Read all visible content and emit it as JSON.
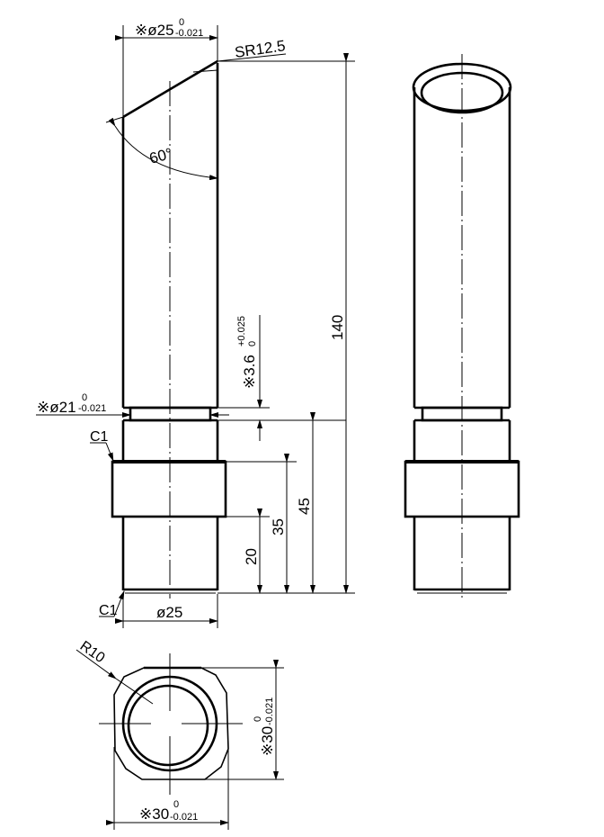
{
  "drawing": {
    "front_view": {
      "top_diameter": {
        "mark": "※",
        "symbol": "ø",
        "value": "25",
        "upper_tol": "0",
        "lower_tol": "-0.021"
      },
      "sphere_radius": "SR12.5",
      "angle": "60°",
      "groove_width": {
        "mark": "※",
        "value": "3.6",
        "upper_tol": "+0.025",
        "lower_tol": "0"
      },
      "groove_diameter": {
        "mark": "※",
        "symbol": "ø",
        "value": "21",
        "upper_tol": "0",
        "lower_tol": "-0.021"
      },
      "chamfer_top": "C1",
      "chamfer_bottom": "C1",
      "bottom_diameter": "ø25",
      "height_total": "140",
      "height_45": "45",
      "height_35": "35",
      "height_20": "20"
    },
    "bottom_view": {
      "radius": "R10",
      "width": {
        "mark": "※",
        "value": "30",
        "upper_tol": "0",
        "lower_tol": "-0.021"
      },
      "height": {
        "mark": "※",
        "value": "30",
        "upper_tol": "0",
        "lower_tol": "-0.021"
      }
    }
  }
}
